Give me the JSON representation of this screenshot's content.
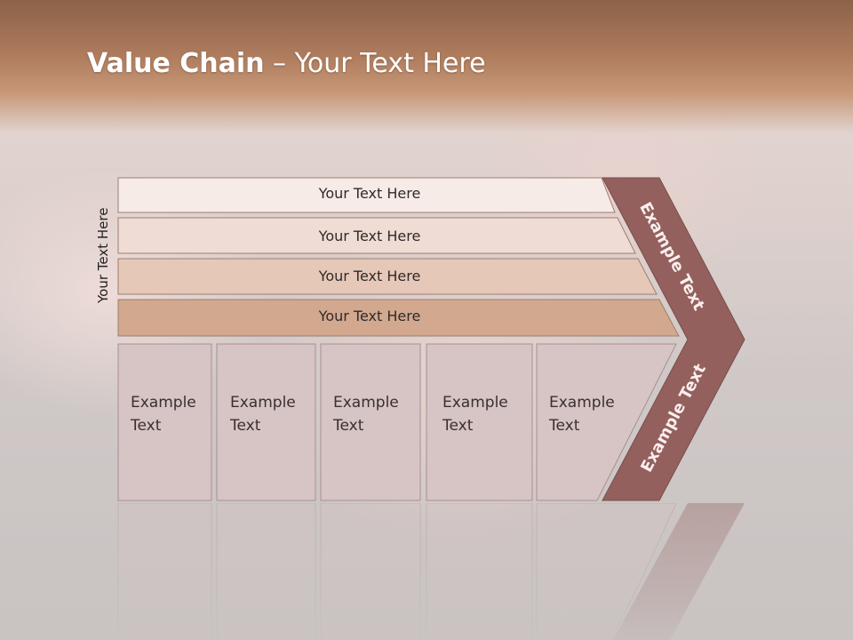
{
  "title": {
    "bold": "Value Chain",
    "rest": " – Your Text Here"
  },
  "side_label": "Your Text Here",
  "rows": [
    {
      "label": "Your Text Here",
      "color": "#f6ebe7"
    },
    {
      "label": "Your Text Here",
      "color": "#efdcd4"
    },
    {
      "label": "Your Text Here",
      "color": "#e6c8b9"
    },
    {
      "label": "Your Text Here",
      "color": "#d2a88e"
    }
  ],
  "boxes": [
    {
      "line1": "Example",
      "line2": "Text"
    },
    {
      "line1": "Example",
      "line2": "Text"
    },
    {
      "line1": "Example",
      "line2": "Text"
    },
    {
      "line1": "Example",
      "line2": "Text"
    },
    {
      "line1": "Example",
      "line2": "Text"
    }
  ],
  "arrow": {
    "upper": "Example Text",
    "lower": "Example Text",
    "color": "#93605d"
  },
  "colors": {
    "header": "#a8765a",
    "box": "#d7c4c4",
    "box_border": "#a89090"
  }
}
